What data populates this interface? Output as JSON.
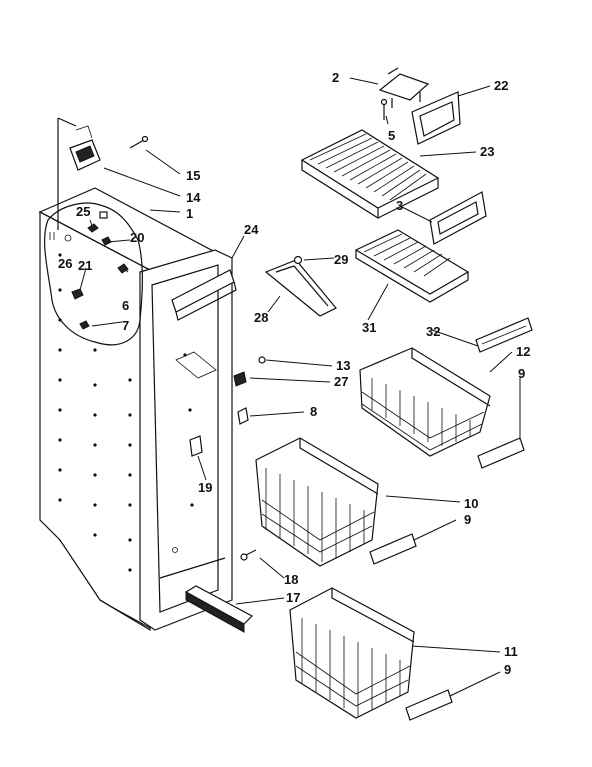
{
  "callouts": {
    "c1": "1",
    "c2": "2",
    "c3": "3",
    "c5": "5",
    "c6": "6",
    "c7": "7",
    "c8": "8",
    "c9a": "9",
    "c9b": "9",
    "c9c": "9",
    "c10": "10",
    "c11": "11",
    "c12": "12",
    "c13": "13",
    "c14": "14",
    "c15": "15",
    "c17": "17",
    "c18": "18",
    "c19": "19",
    "c20": "20",
    "c21": "21",
    "c22": "22",
    "c23": "23",
    "c24": "24",
    "c25": "25",
    "c26": "26",
    "c27": "27",
    "c28": "28",
    "c29": "29",
    "c31": "31",
    "c32": "32"
  }
}
